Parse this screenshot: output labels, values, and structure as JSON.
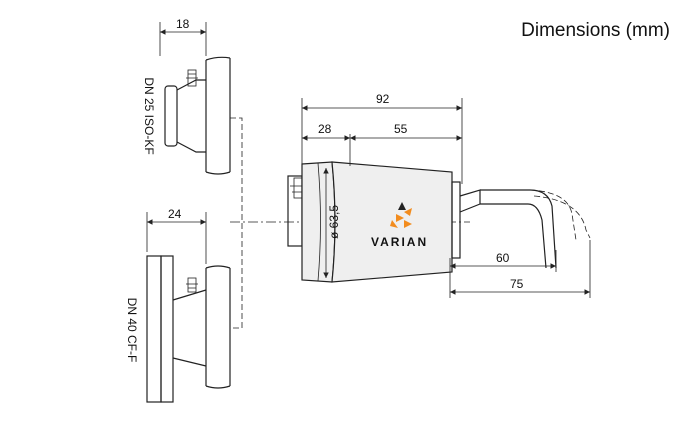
{
  "title": "Dimensions (mm)",
  "flange_top": {
    "label": "DN 25 ISO-KF",
    "dimension": "18"
  },
  "flange_bottom": {
    "label": "DN 40 CF-F",
    "dimension": "24"
  },
  "gauge": {
    "total_length": "92",
    "front_length": "28",
    "body_length": "55",
    "diameter": "ø 63,5",
    "brand": "VARIAN",
    "cable_length_1": "60",
    "cable_length_2": "75"
  },
  "colors": {
    "logo_orange": "#f28c1e",
    "logo_dark": "#222222",
    "line": "#222222"
  }
}
